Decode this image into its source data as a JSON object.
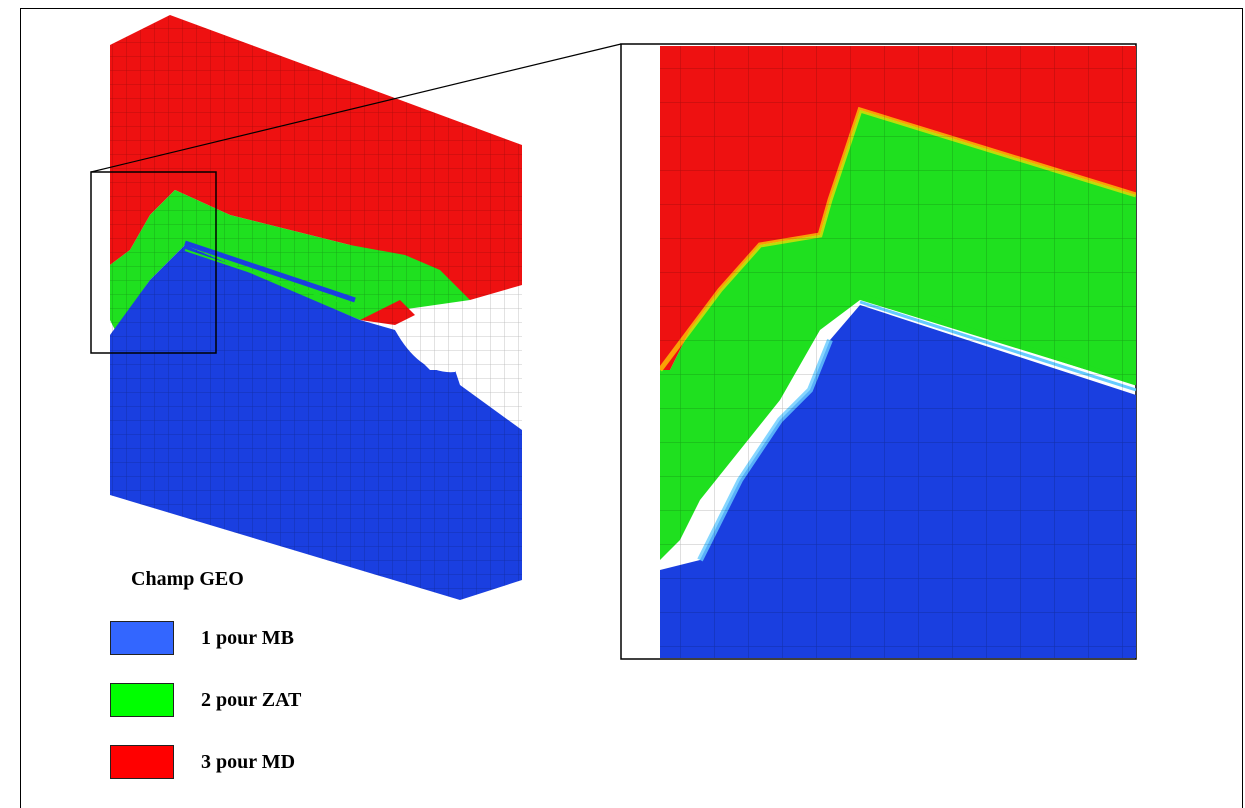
{
  "legend": {
    "title": "Champ GEO",
    "items": [
      {
        "label": "1 pour MB",
        "color": "#3366ff"
      },
      {
        "label": "2 pour ZAT",
        "color": "#00ff00"
      },
      {
        "label": "3 pour MD",
        "color": "#ff0000"
      }
    ]
  },
  "colors": {
    "mb": "#1a3fe0",
    "zat": "#1fe01f",
    "md": "#ee1111",
    "mesh": "#5a0000"
  }
}
